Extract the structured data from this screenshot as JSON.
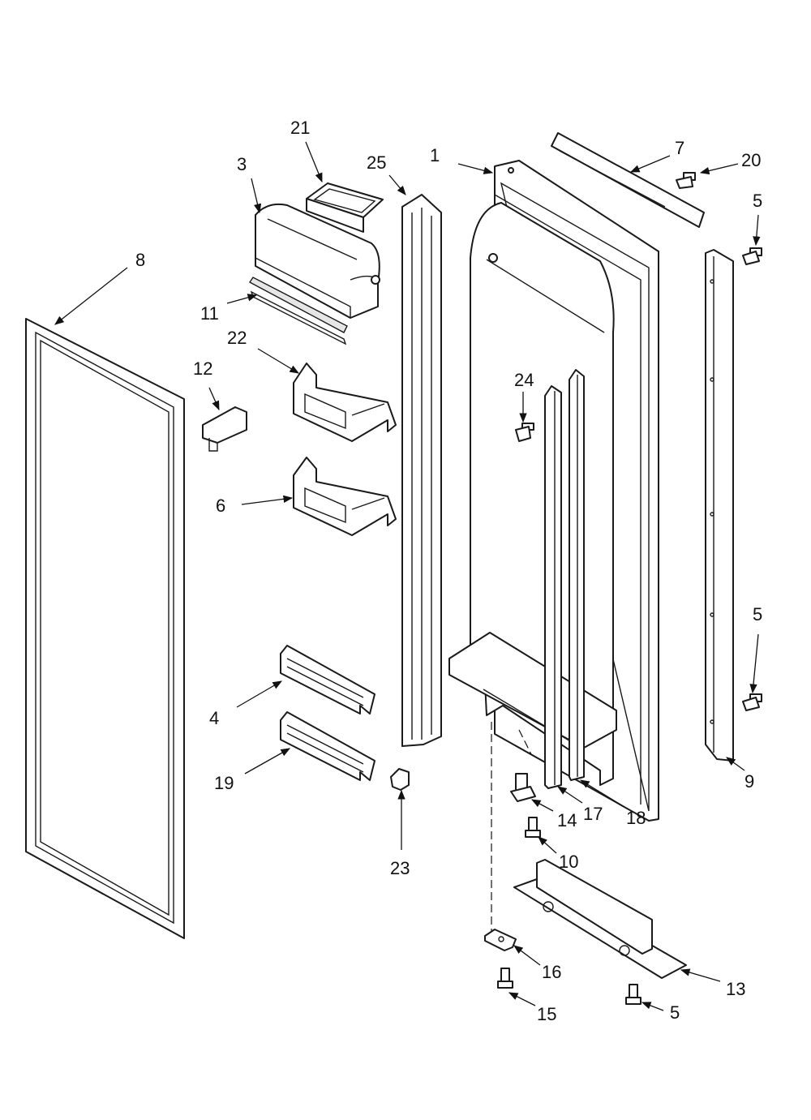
{
  "callouts": {
    "c1": "1",
    "c3": "3",
    "c4": "4",
    "c5a": "5",
    "c5b": "5",
    "c5c": "5",
    "c6": "6",
    "c7": "7",
    "c8": "8",
    "c9": "9",
    "c10": "10",
    "c11": "11",
    "c12": "12",
    "c13": "13",
    "c14": "14",
    "c15": "15",
    "c16": "16",
    "c17": "17",
    "c18": "18",
    "c19": "19",
    "c20": "20",
    "c21": "21",
    "c22": "22",
    "c23": "23",
    "c24": "24",
    "c25": "25"
  }
}
